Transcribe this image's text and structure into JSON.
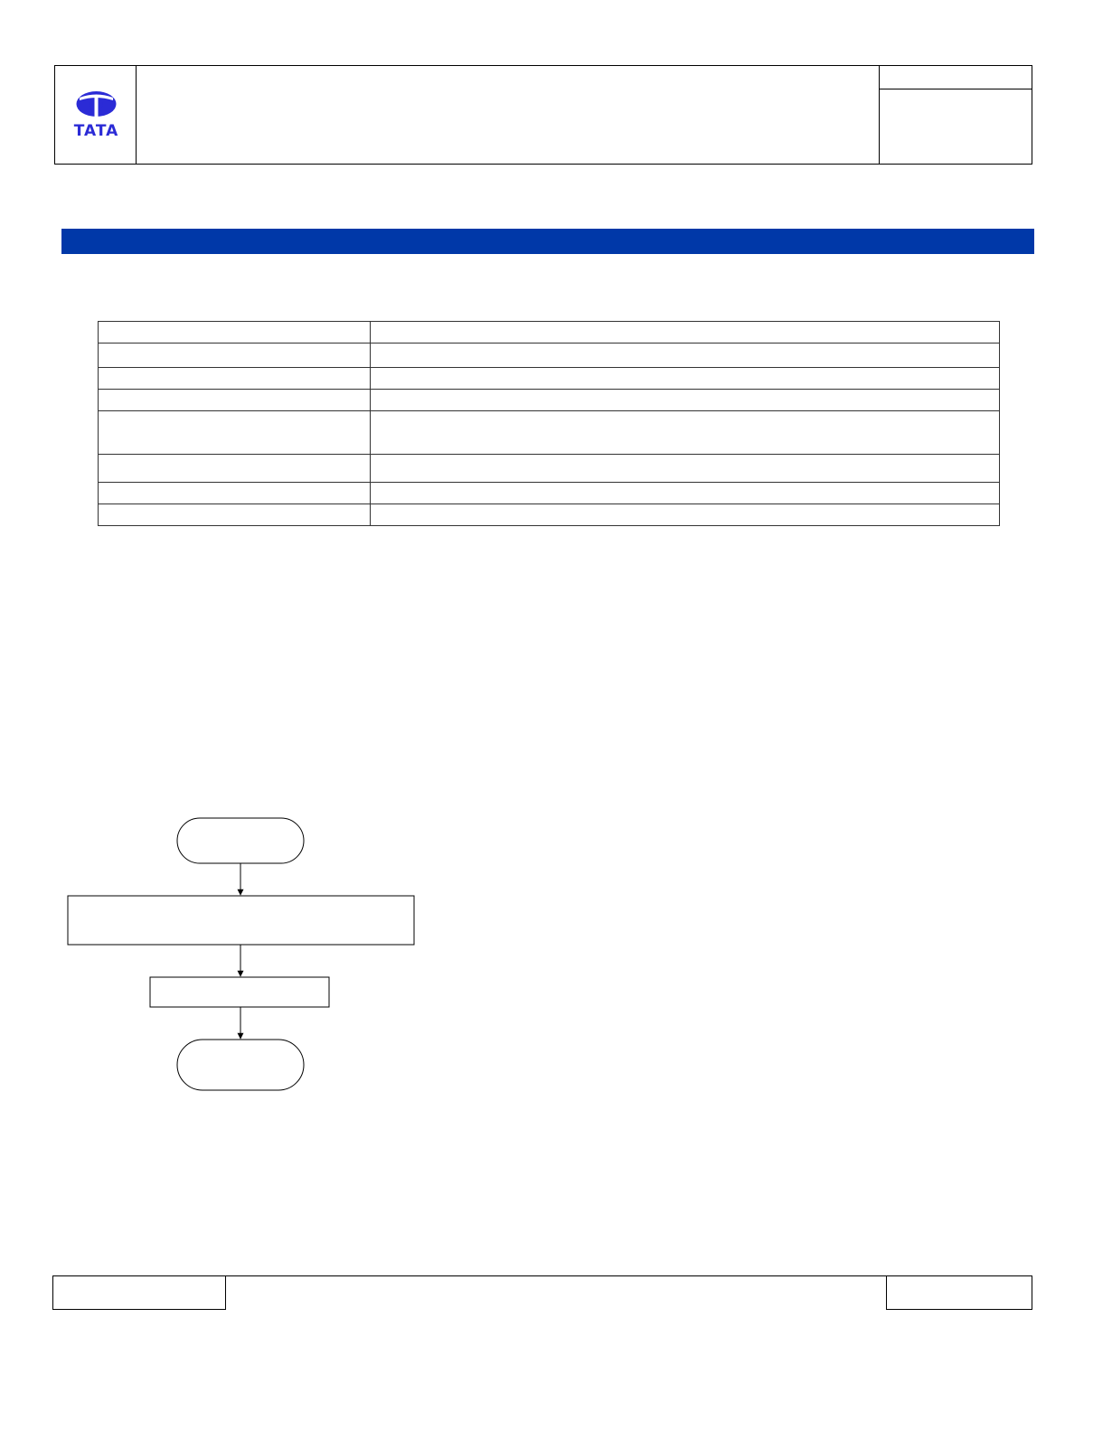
{
  "header": {
    "logo_text": "TATA",
    "brand_color": "#2b2bd6"
  },
  "band": {
    "color": "#0038a8"
  },
  "info_table": {
    "rows": [
      {
        "label": "",
        "value": ""
      },
      {
        "label": "",
        "value": ""
      },
      {
        "label": "",
        "value": ""
      },
      {
        "label": "",
        "value": ""
      },
      {
        "label": "",
        "value": ""
      },
      {
        "label": "",
        "value": ""
      },
      {
        "label": "",
        "value": ""
      },
      {
        "label": "",
        "value": ""
      }
    ]
  },
  "flowchart": {
    "nodes": [
      {
        "kind": "terminator",
        "text": ""
      },
      {
        "kind": "process",
        "text": ""
      },
      {
        "kind": "process",
        "text": ""
      },
      {
        "kind": "terminator",
        "text": ""
      }
    ]
  }
}
